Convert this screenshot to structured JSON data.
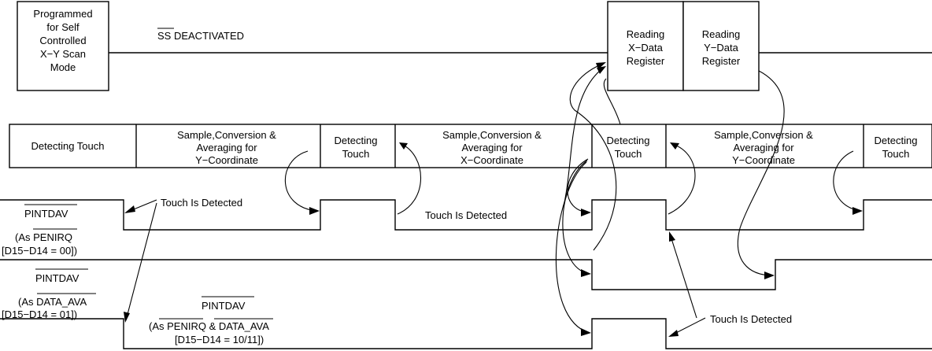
{
  "top_left_box": [
    "Programmed",
    "for Self",
    "Controlled",
    "X−Y Scan",
    "Mode"
  ],
  "ss_label": "SS DEACTIVATED",
  "reading_x_box": [
    "Reading",
    "X−Data",
    "Register"
  ],
  "reading_y_box": [
    "Reading",
    "Y−Data",
    "Register"
  ],
  "phases": [
    [
      "Detecting Touch"
    ],
    [
      "Sample,Conversion &",
      "Averaging for",
      "Y−Coordinate"
    ],
    [
      "Detecting",
      "Touch"
    ],
    [
      "Sample,Conversion &",
      "Averaging for",
      "X−Coordinate"
    ],
    [
      "Detecting",
      "Touch"
    ],
    [
      "Sample,Conversion &",
      "Averaging for",
      "Y−Coordinate"
    ],
    [
      "Detecting",
      "Touch"
    ]
  ],
  "signal1_label": [
    "PINTDAV",
    "(As PENIRQ",
    "[D15−D14 = 00])"
  ],
  "signal2_label": [
    "PINTDAV",
    "(As DATA_AVA",
    "[D15−D14 = 01])"
  ],
  "signal3_label": [
    "PINTDAV",
    "(As PENIRQ & DATA_AVA",
    "[D15−D14 = 10/11])"
  ],
  "touch_detected_1": "Touch Is Detected",
  "touch_detected_2": "Touch Is Detected",
  "touch_detected_3": "Touch Is Detected"
}
